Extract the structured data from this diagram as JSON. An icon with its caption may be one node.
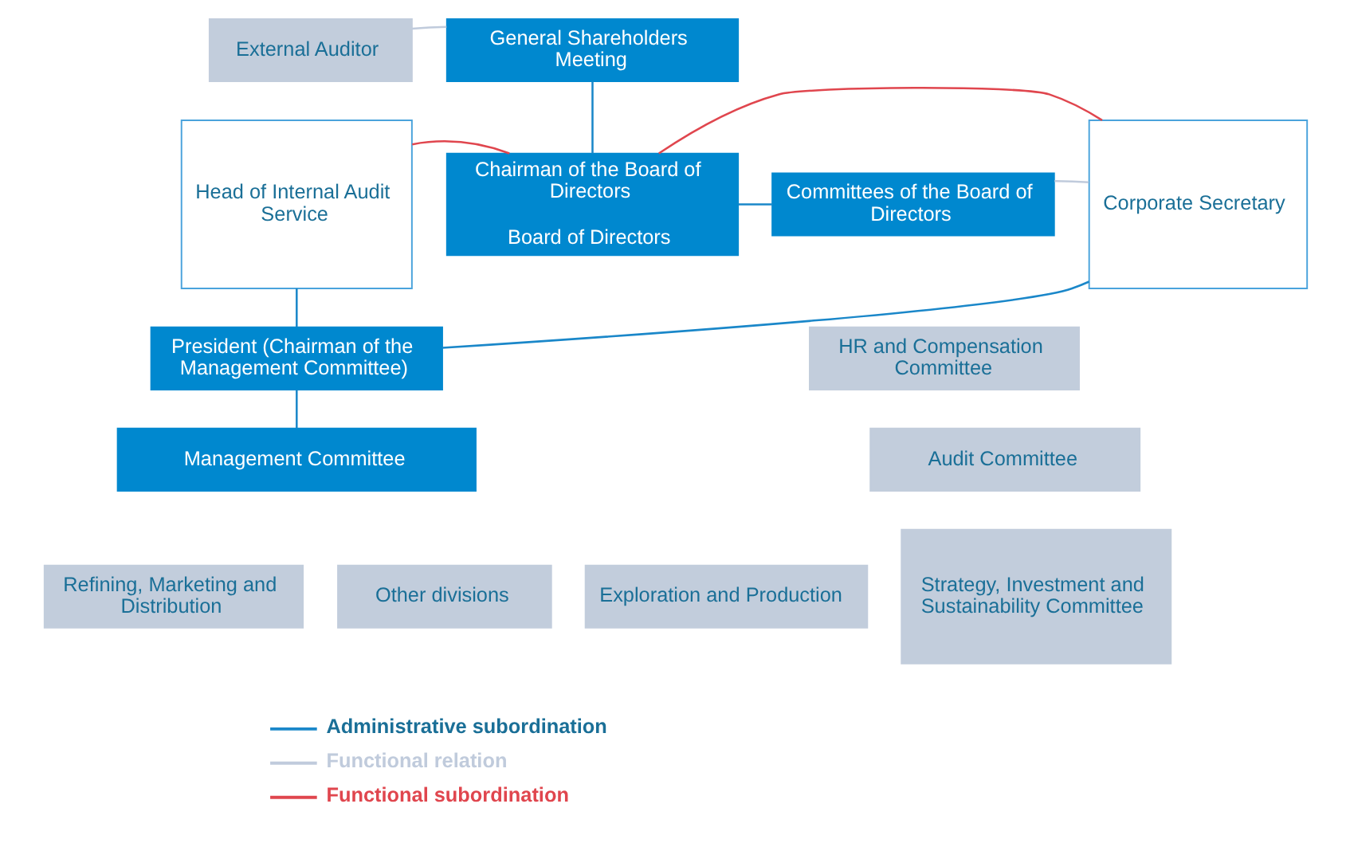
{
  "diagram": {
    "nodes": [
      {
        "text": [
          "External Auditor"
        ]
      },
      {
        "text": [
          "General Shareholders Meeting"
        ]
      },
      {
        "text": [
          "Chairman of the Board of Directors",
          "Board of Directors"
        ]
      },
      {
        "text": [
          "Committees of the Board of Directors"
        ]
      },
      {
        "text": [
          "Head of Internal Audit Service"
        ]
      },
      {
        "text": [
          "Corporate Secretary"
        ]
      },
      {
        "text": [
          "HR and Compensation Committee"
        ]
      },
      {
        "text": [
          "President (Chairman of the Management Committee)"
        ]
      },
      {
        "text": [
          "Audit Committee"
        ]
      },
      {
        "text": [
          "Management Committee"
        ]
      },
      {
        "text": [
          "Strategy, Investment and Sustainability Committee"
        ]
      },
      {
        "text": [
          "Exploration and Production"
        ]
      },
      {
        "text": [
          "Refining, Marketing and Distribution"
        ]
      },
      {
        "text": [
          "Other divisions"
        ]
      }
    ],
    "edges": [
      {
        "from": 0,
        "to": 1,
        "arrow": "none",
        "color": "#c0cbdc"
      },
      {
        "from": 1,
        "to": 2,
        "arrow": "none"
      },
      {
        "from": 2,
        "to": 3,
        "arrow": "none"
      },
      {
        "from": 3,
        "to": 5,
        "arrow": "none",
        "color": "#c0cbdc"
      },
      {
        "from": 4,
        "to": 2,
        "arrow": "none",
        "color": "#e0464e"
      },
      {
        "from": 2,
        "to": 5,
        "arrow": "none",
        "color": "#e0464e"
      },
      {
        "from": 4,
        "to": 7,
        "arrow": "none"
      },
      {
        "from": 7,
        "to": 5,
        "arrow": "none"
      },
      {
        "from": 7,
        "to": 9,
        "arrow": "none"
      }
    ],
    "legend": [
      {
        "text": "Administrative subordination"
      },
      {
        "text": "Functional relation"
      },
      {
        "text": "Functional subordination"
      }
    ]
  }
}
